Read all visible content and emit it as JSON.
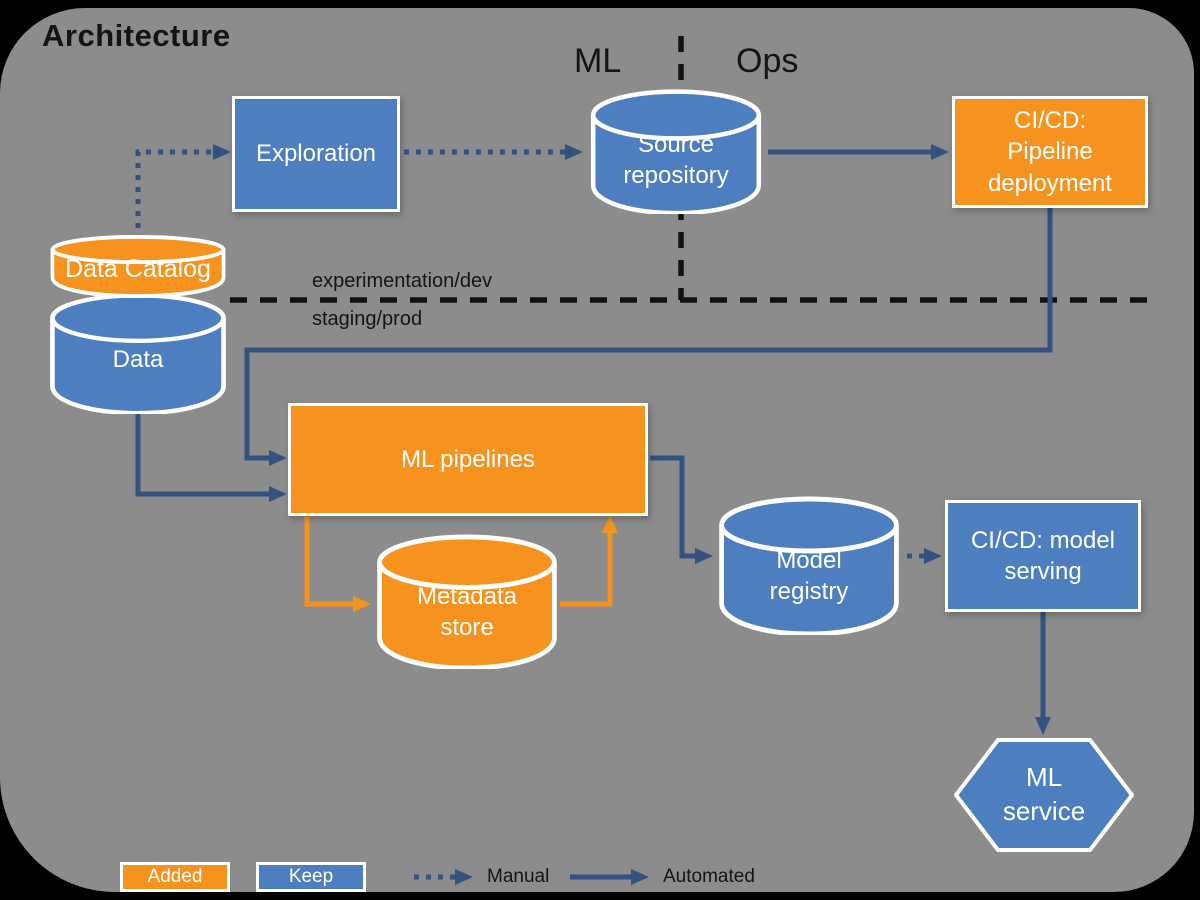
{
  "title": "Architecture",
  "lanes": {
    "left": "ML",
    "right": "Ops"
  },
  "boundary": {
    "above": "experimentation/dev",
    "below": "staging/prod"
  },
  "nodes": {
    "exploration": "Exploration",
    "source_repository": "Source repository",
    "cicd_pipeline_deployment": "CI/CD: Pipeline deployment",
    "data_catalog": "Data Catalog",
    "data": "Data",
    "ml_pipelines": "ML pipelines",
    "metadata_store": "Metadata store",
    "model_registry": "Model registry",
    "cicd_model_serving": "CI/CD: model serving",
    "ml_service": "ML service"
  },
  "legend": {
    "added": "Added",
    "keep": "Keep",
    "manual": "Manual",
    "automated": "Automated"
  },
  "colors": {
    "background": "#8c8c8c",
    "frame": "#000000",
    "blue": "#4d7ebf",
    "orange": "#f6921e",
    "line": "#325380",
    "dash": "#121212",
    "text_light": "#ffffff",
    "text_dark": "#141414"
  }
}
